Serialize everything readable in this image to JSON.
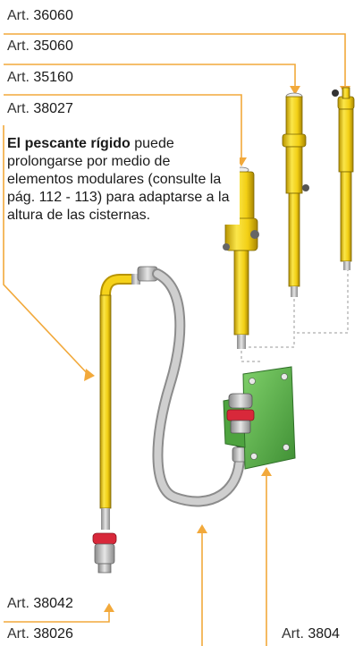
{
  "labels": {
    "art_36060": {
      "prefix": "Art.",
      "number": "36060"
    },
    "art_35060": {
      "prefix": "Art.",
      "number": "35060"
    },
    "art_35160": {
      "prefix": "Art.",
      "number": "35160"
    },
    "art_38027": {
      "prefix": "Art.",
      "number": "38027"
    },
    "art_38042": {
      "prefix": "Art.",
      "number": "38042"
    },
    "art_38026": {
      "prefix": "Art.",
      "number": "38026"
    },
    "art_3804x": {
      "prefix": "Art.",
      "number": "3804"
    }
  },
  "description": {
    "bold": "El pescante rígido",
    "rest": " puede prolongarse por medio de elementos modulares (consulte la pág. 112 - 113) para adaptarse a la altura de las cisternas."
  },
  "colors": {
    "leader": "#f2a93b",
    "pump_yellow": "#f5d21a",
    "bracket_green": "#5db84a",
    "hose_grey": "#b8b8b8",
    "coupling_red": "#d8283a"
  }
}
